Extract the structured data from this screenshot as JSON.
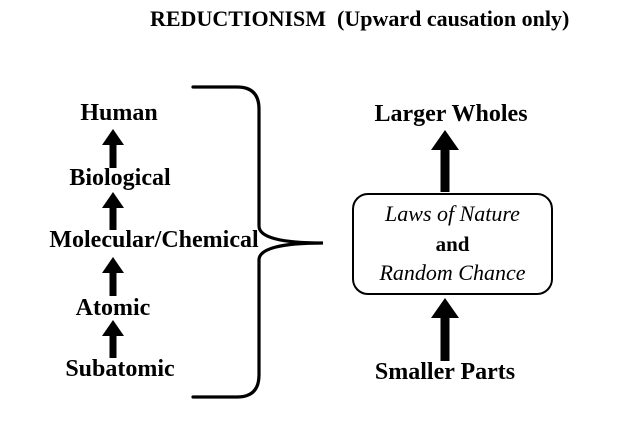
{
  "title": "REDUCTIONISM  (Upward causation only)",
  "left_chain": {
    "description": "hierarchy of levels connected by upward arrows",
    "levels": [
      {
        "label": "Subatomic"
      },
      {
        "label": "Atomic"
      },
      {
        "label": "Molecular/Chemical"
      },
      {
        "label": "Biological"
      },
      {
        "label": "Human"
      }
    ]
  },
  "right_chain": {
    "top_label": "Larger Wholes",
    "box": {
      "line1": "Laws of Nature",
      "line2": "and",
      "line3": "Random Chance"
    },
    "bottom_label": "Smaller Parts"
  },
  "colors": {
    "ink": "#000000",
    "background": "#ffffff"
  }
}
